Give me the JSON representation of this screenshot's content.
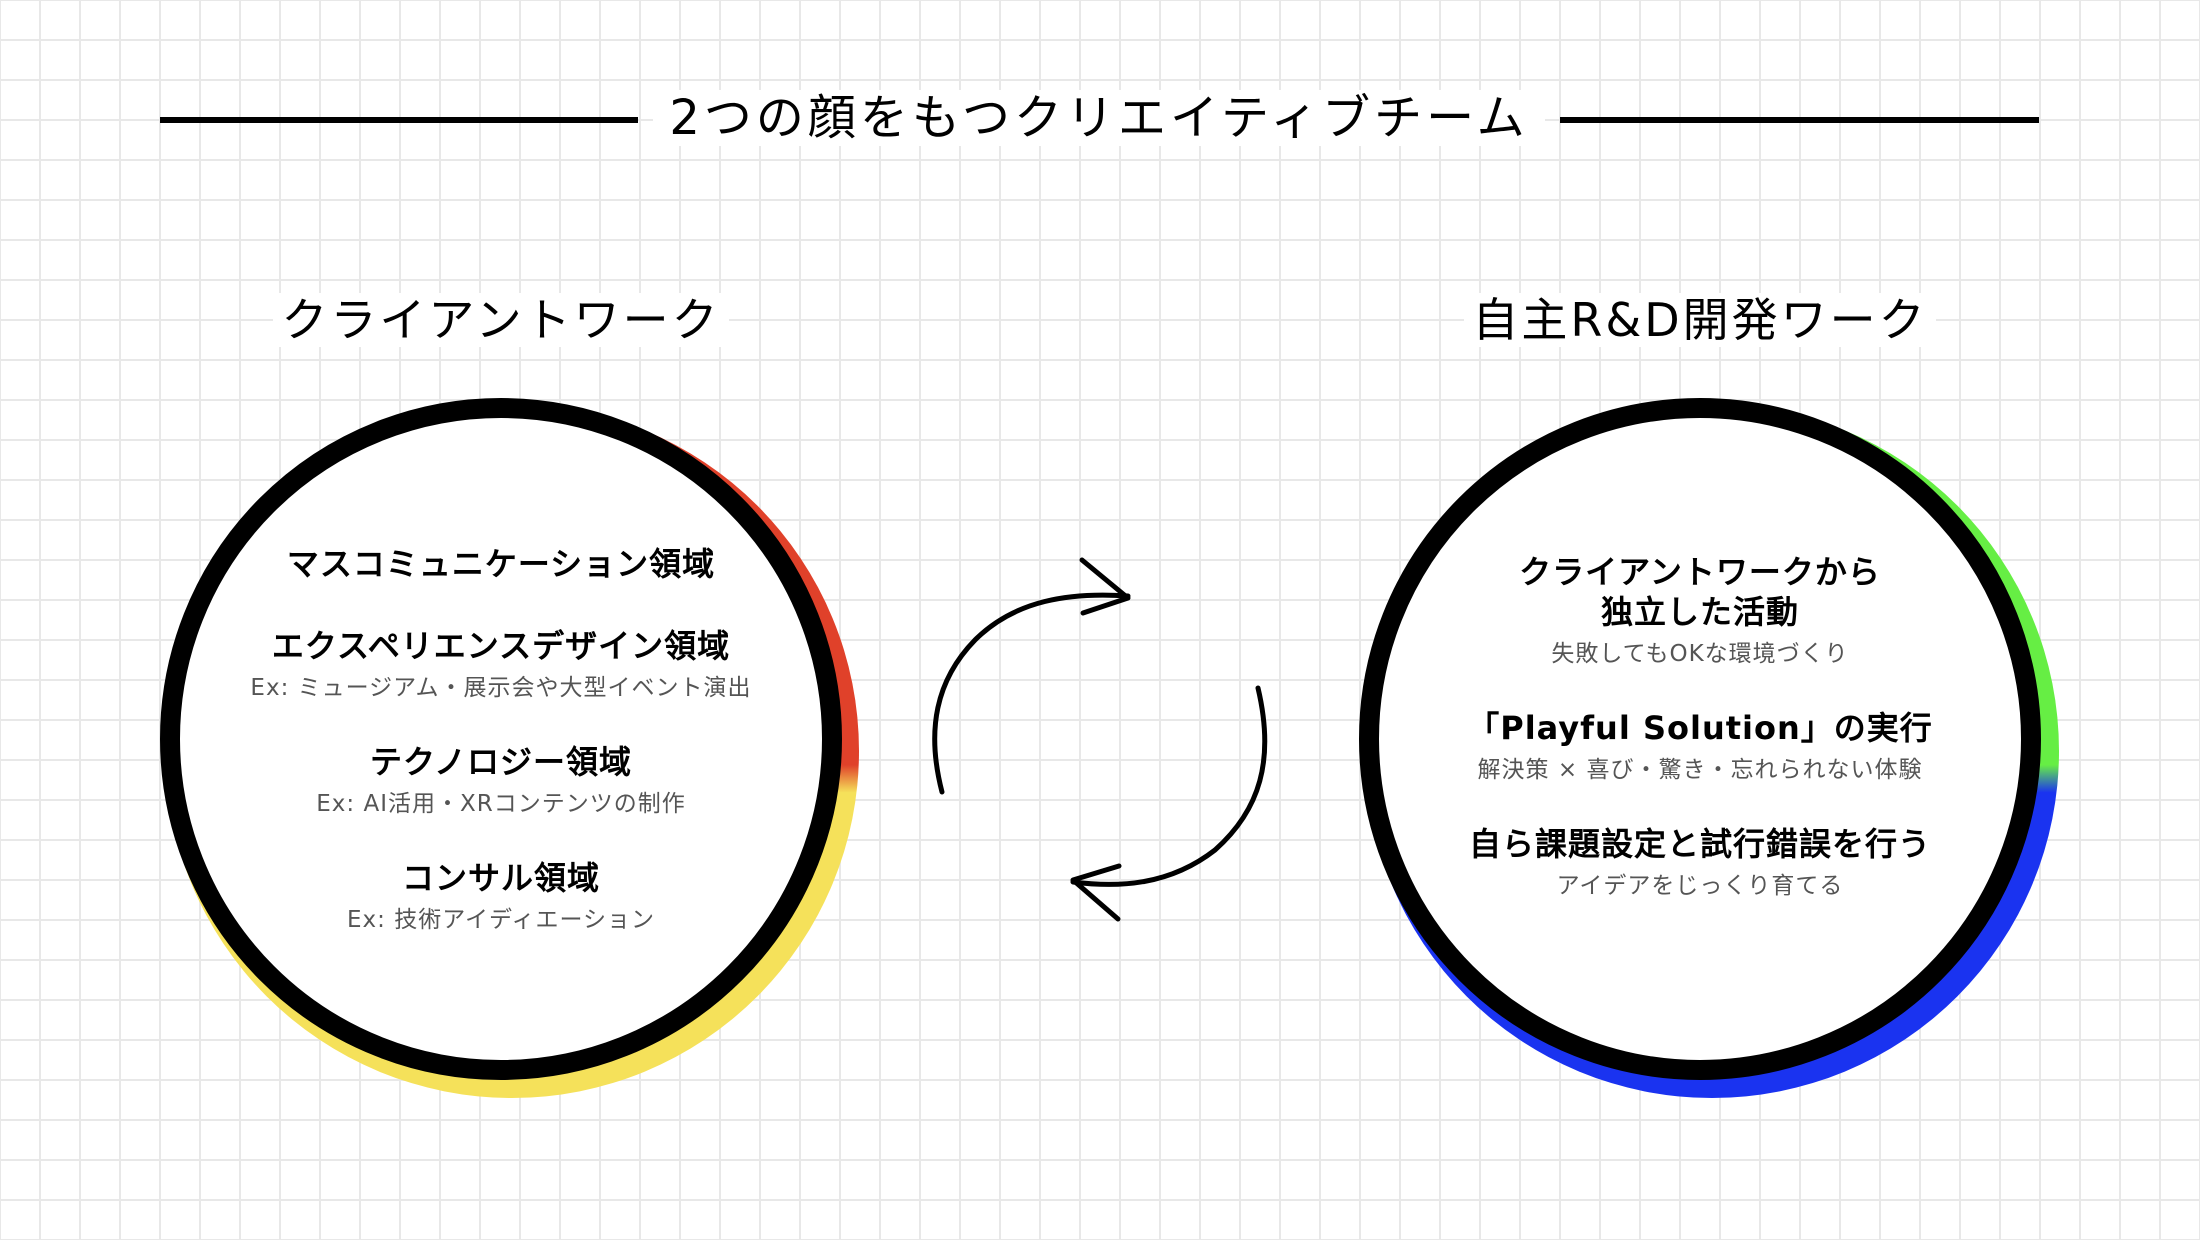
{
  "title": "2つの顔をもつクリエイティブチーム",
  "left": {
    "heading": "クライアントワーク",
    "colors": [
      "#e0412a",
      "#f5e15a"
    ],
    "items": [
      {
        "title": "マスコミュニケーション領域"
      },
      {
        "title": "エクスペリエンスデザイン領域",
        "sub": "Ex: ミュージアム・展示会や大型イベント演出"
      },
      {
        "title": "テクノロジー領域",
        "sub": "Ex: AI活用・XRコンテンツの制作"
      },
      {
        "title": "コンサル領域",
        "sub": "Ex: 技術アイディエーション"
      }
    ]
  },
  "right": {
    "heading": "自主R&D開発ワーク",
    "colors": [
      "#66ee44",
      "#1a33f0"
    ],
    "items": [
      {
        "title_line1": "クライアントワークから",
        "title_line2": "独立した活動",
        "sub": "失敗してもOKな環境づくり"
      },
      {
        "title": "「Playful Solution」の実行",
        "sub": "解決策 × 喜び・驚き・忘れられない体験"
      },
      {
        "title": "自ら課題設定と試行錯誤を行う",
        "sub": "アイデアをじっくり育てる"
      }
    ]
  },
  "cycle_icon": "circular-arrows-icon"
}
